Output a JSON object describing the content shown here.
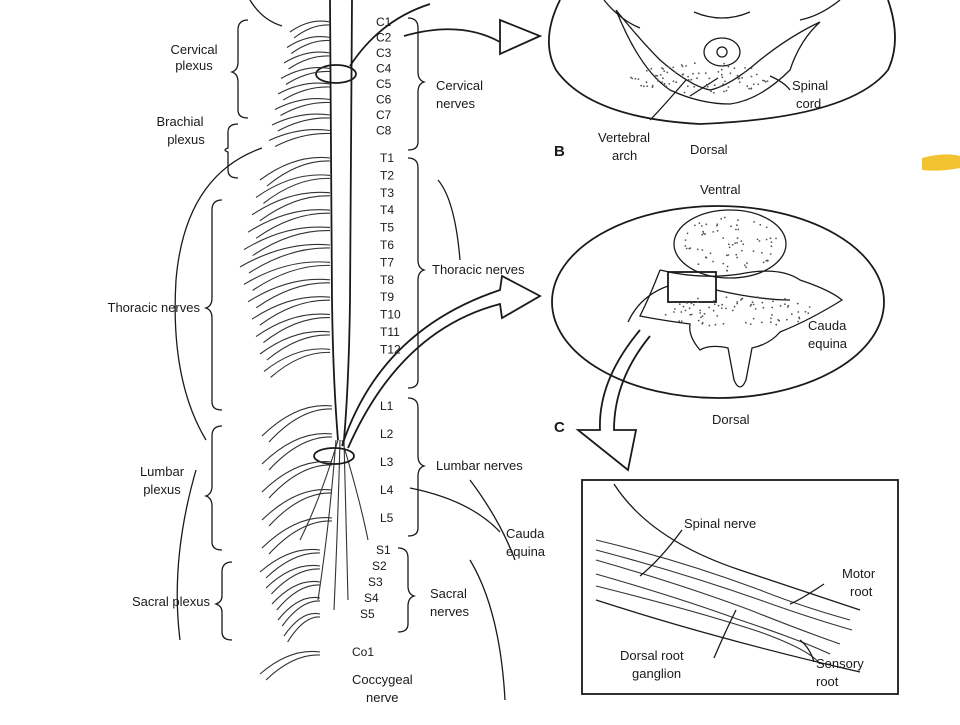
{
  "left_labels": {
    "cervical_plexus": [
      "Cervical",
      "plexus"
    ],
    "brachial_plexus": [
      "Brachial",
      "plexus"
    ],
    "thoracic_nerves": "Thoracic nerves",
    "lumbar_plexus": [
      "Lumbar",
      "plexus"
    ],
    "sacral_plexus": "Sacral plexus"
  },
  "right_labels": {
    "cervical_nerves": [
      "Cervical",
      "nerves"
    ],
    "thoracic_nerves": "Thoracic nerves",
    "lumbar_nerves": "Lumbar nerves",
    "cauda_equina": [
      "Cauda",
      "equina"
    ],
    "sacral_nerves": [
      "Sacral",
      "nerves"
    ],
    "coccygeal_nerve": [
      "Coccygeal",
      "nerve"
    ]
  },
  "segments": {
    "cervical": [
      "C1",
      "C2",
      "C3",
      "C4",
      "C5",
      "C6",
      "C7",
      "C8"
    ],
    "thoracic": [
      "T1",
      "T2",
      "T3",
      "T4",
      "T5",
      "T6",
      "T7",
      "T8",
      "T9",
      "T10",
      "T11",
      "T12"
    ],
    "lumbar": [
      "L1",
      "L2",
      "L3",
      "L4",
      "L5"
    ],
    "sacral": [
      "S1",
      "S2",
      "S3",
      "S4",
      "S5"
    ],
    "coccygeal": [
      "Co1"
    ]
  },
  "panel_b": {
    "letter": "B",
    "spinal_cord": [
      "Spinal",
      "cord"
    ],
    "vertebral_arch": [
      "Vertebral",
      "arch"
    ],
    "dorsal": "Dorsal"
  },
  "panel_c_oval": {
    "ventral": "Ventral",
    "cauda_equina": [
      "Cauda",
      "equina"
    ],
    "dorsal": "Dorsal",
    "letter": "C"
  },
  "panel_c_box": {
    "spinal_nerve": "Spinal nerve",
    "motor_root": [
      "Motor",
      "root"
    ],
    "dorsal_root_ganglion": [
      "Dorsal root",
      "ganglion"
    ],
    "sensory_root": [
      "Sensory",
      "root"
    ]
  },
  "colors": {
    "ink": "#1a1a1a",
    "accent_swoosh": "#f2c230"
  }
}
